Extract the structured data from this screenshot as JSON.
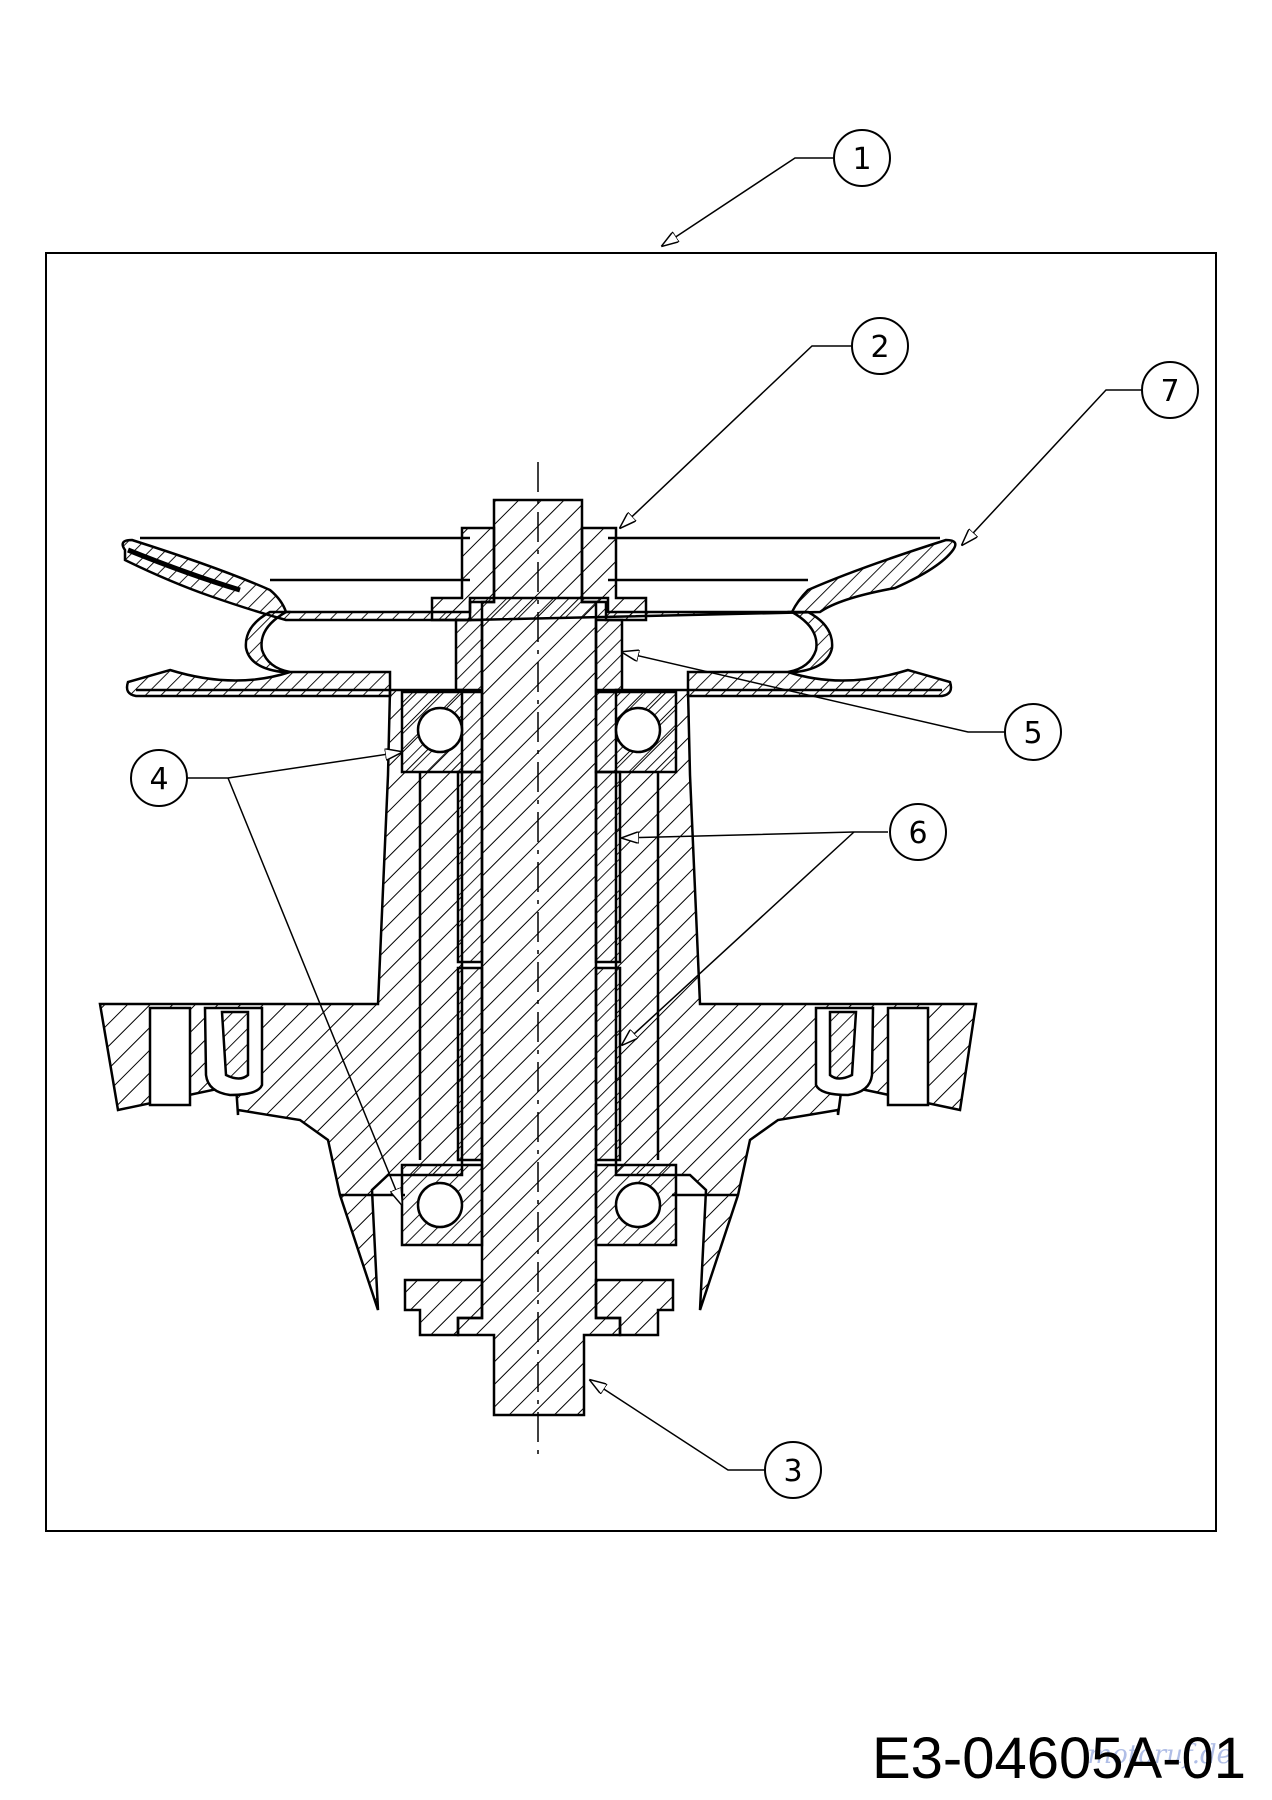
{
  "callouts": [
    {
      "label": "1"
    },
    {
      "label": "2"
    },
    {
      "label": "3"
    },
    {
      "label": "4"
    },
    {
      "label": "5"
    },
    {
      "label": "6"
    },
    {
      "label": "7"
    }
  ],
  "drawing_code": "E3-04605A-01",
  "watermark": "motoruf.de",
  "colors": {
    "line": "#000000",
    "background": "#ffffff"
  }
}
